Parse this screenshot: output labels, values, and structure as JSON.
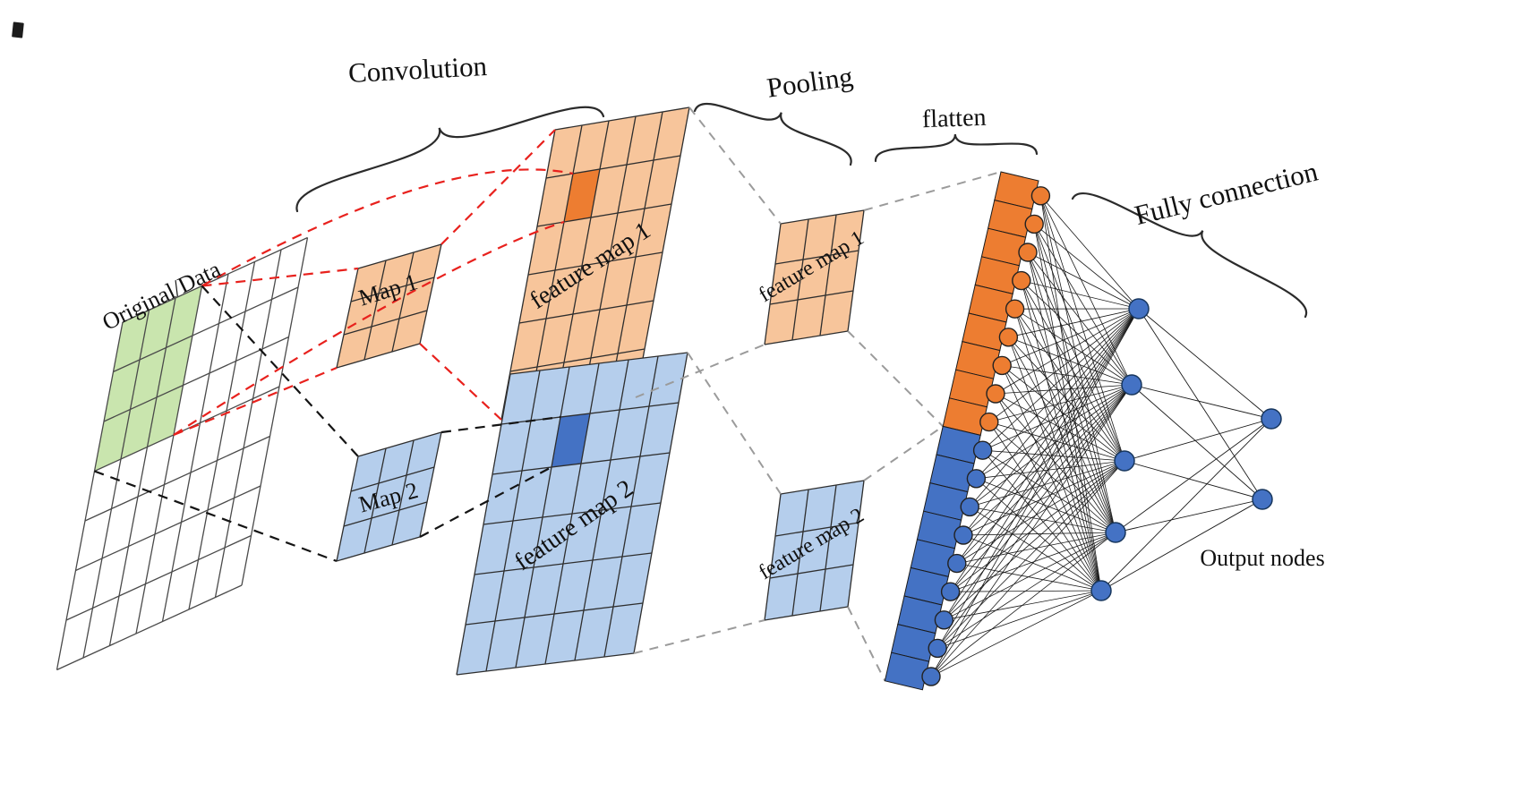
{
  "figure": {
    "type": "cnn-architecture-diagram",
    "background": "#ffffff"
  },
  "labels": {
    "convolution": "Convolution",
    "pooling": "Pooling",
    "flatten": "flatten",
    "fully_connection": "Fully connection",
    "original_data": "Original/Data",
    "map1": "Map 1",
    "map2": "Map 2",
    "feature_map1": "feature map 1",
    "feature_map2": "feature map 2",
    "pooled_feature_map1": "feature map 1",
    "pooled_feature_map2": "feature map 2",
    "output_nodes": "Output nodes"
  },
  "colors": {
    "orange_light": "#F7C59B",
    "orange_dark": "#ED7D31",
    "blue_light": "#B5CEEC",
    "blue_dark": "#4472C4",
    "green_highlight": "#C9E5AE",
    "red_dashed": "#E8211D",
    "black_dashed": "#141414",
    "gray_dashed": "#9B9B9B"
  },
  "structure": {
    "input_grid": {
      "rows": 7,
      "cols": 7,
      "patch_rows": 3,
      "patch_cols": 3
    },
    "kernels": [
      {
        "label": "Map 1",
        "rows": 3,
        "cols": 3
      },
      {
        "label": "Map 2",
        "rows": 3,
        "cols": 3
      }
    ],
    "feature_maps": [
      {
        "label": "feature map 1",
        "rows": 6,
        "cols": 5
      },
      {
        "label": "feature map 2",
        "rows": 6,
        "cols": 6
      }
    ],
    "pooled_maps": [
      {
        "label": "feature map 1",
        "rows": 3,
        "cols": 3
      },
      {
        "label": "feature map 2",
        "rows": 3,
        "cols": 3
      }
    ],
    "flatten_nodes_orange": 9,
    "flatten_nodes_blue": 9,
    "hidden_nodes": 5,
    "output_nodes": 2
  }
}
